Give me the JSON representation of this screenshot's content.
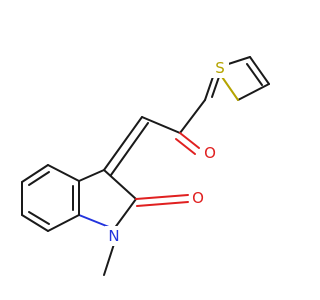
{
  "molecule": {
    "atoms": {
      "S1": {
        "label": "S",
        "color": "#b5a400"
      },
      "O1": {
        "label": "O",
        "color": "#e02020"
      },
      "O2": {
        "label": "O",
        "color": "#e02020"
      },
      "N1": {
        "label": "N",
        "color": "#2233dd"
      }
    }
  }
}
